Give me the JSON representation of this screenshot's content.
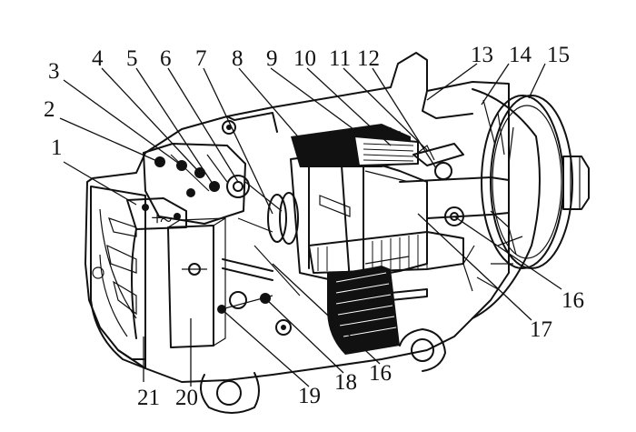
{
  "figure": {
    "callouts": [
      {
        "id": "c1",
        "number": "1"
      },
      {
        "id": "c2",
        "number": "2"
      },
      {
        "id": "c3",
        "number": "3"
      },
      {
        "id": "c4",
        "number": "4"
      },
      {
        "id": "c5",
        "number": "5"
      },
      {
        "id": "c6",
        "number": "6"
      },
      {
        "id": "c7",
        "number": "7"
      },
      {
        "id": "c8",
        "number": "8"
      },
      {
        "id": "c9",
        "number": "9"
      },
      {
        "id": "c10",
        "number": "10"
      },
      {
        "id": "c11",
        "number": "11"
      },
      {
        "id": "c12",
        "number": "12"
      },
      {
        "id": "c13",
        "number": "13"
      },
      {
        "id": "c14",
        "number": "14"
      },
      {
        "id": "c15",
        "number": "15"
      },
      {
        "id": "c16a",
        "number": "16"
      },
      {
        "id": "c16b",
        "number": "16"
      },
      {
        "id": "c17",
        "number": "17"
      },
      {
        "id": "c18",
        "number": "18"
      },
      {
        "id": "c19",
        "number": "19"
      },
      {
        "id": "c20",
        "number": "20"
      },
      {
        "id": "c21",
        "number": "21"
      }
    ],
    "terminal_marks": {
      "plus": "+",
      "tilde": "~"
    },
    "colors": {
      "ink": "#111111",
      "background": "#ffffff"
    }
  }
}
